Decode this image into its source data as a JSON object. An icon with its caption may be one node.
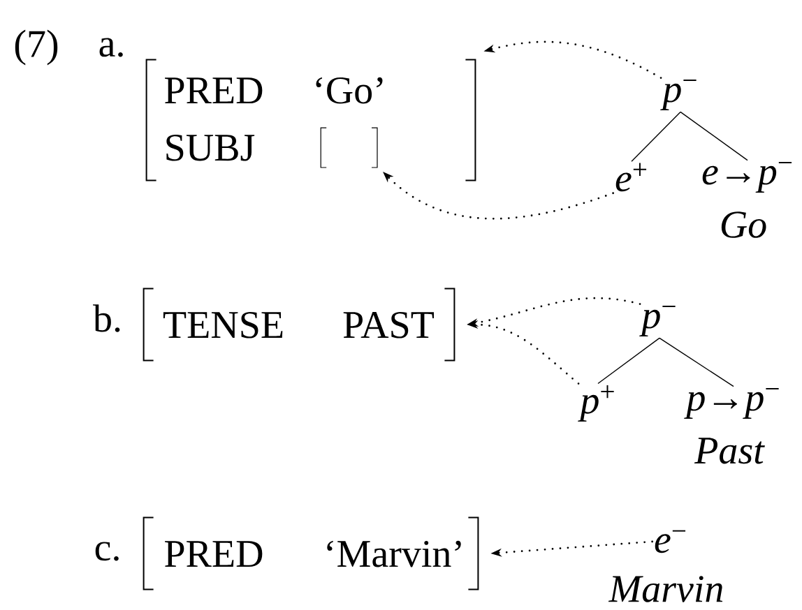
{
  "diagram": {
    "nodes": [
      {
        "text": [
          "PRED",
          "‘Go’",
          "SUBJ"
        ]
      },
      {
        "text": [],
        "shape": "box",
        "in": 0
      },
      {
        "text": [
          "*p*$^{−}$"
        ]
      },
      {
        "text": [
          "*e*$^{+}$"
        ]
      },
      {
        "text": [
          "*e*→*p*$^{−}$"
        ],
        "beside": [
          "Go"
        ]
      },
      {
        "text": [
          "TENSE",
          "PAST"
        ]
      },
      {
        "text": [
          "*p*$^{−}$"
        ]
      },
      {
        "text": [
          "*p*$^{+}$"
        ]
      },
      {
        "text": [
          "*p*→*p*$^{−}$"
        ],
        "beside": [
          "Past"
        ]
      },
      {
        "text": [
          "PRED",
          "‘Marvin’"
        ]
      },
      {
        "text": [
          "*e*$^{−}$"
        ],
        "beside": [
          "Marvin"
        ]
      }
    ],
    "edges": [
      {
        "from": 2,
        "to": 0,
        "arrow": "to",
        "style": "dashed"
      },
      {
        "from": 2,
        "to": 3,
        "arrow": "none"
      },
      {
        "from": 2,
        "to": 4,
        "arrow": "none"
      },
      {
        "from": 3,
        "to": 1,
        "arrow": "to",
        "style": "dashed"
      },
      {
        "from": 6,
        "to": 5,
        "arrow": "to",
        "style": "dashed"
      },
      {
        "from": 7,
        "to": 5,
        "arrow": "to",
        "style": "dashed"
      },
      {
        "from": 6,
        "to": 7,
        "arrow": "none"
      },
      {
        "from": 6,
        "to": 8,
        "arrow": "none"
      },
      {
        "from": 10,
        "to": 9,
        "arrow": "to",
        "style": "dashed"
      }
    ],
    "labels": [
      "(7)",
      "a.",
      "b.",
      "c."
    ]
  }
}
